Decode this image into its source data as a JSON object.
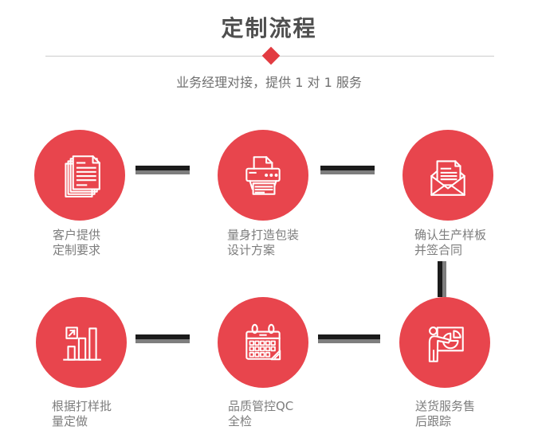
{
  "header": {
    "title": "定制流程",
    "subtitle": "业务经理对接，提供 1 对 1 服务"
  },
  "steps": [
    {
      "icon": "documents-icon",
      "lines": [
        "客户提供",
        "定制要求"
      ]
    },
    {
      "icon": "printer-icon",
      "lines": [
        "量身打造包装",
        "设计方案"
      ]
    },
    {
      "icon": "open-envelope-icon",
      "lines": [
        "确认生产样板",
        "并签合同"
      ]
    },
    {
      "icon": "bar-chart-icon",
      "lines": [
        "根据打样批",
        "量定做"
      ]
    },
    {
      "icon": "calendar-icon",
      "lines": [
        "品质管控QC",
        "全检"
      ]
    },
    {
      "icon": "presentation-icon",
      "lines": [
        "送货服务售",
        "后跟踪"
      ]
    }
  ],
  "colors": {
    "accent_red": "#e8454d",
    "diamond_red": "#e23b41",
    "title_gray": "#4f4f4f",
    "subtitle_gray": "#6f6f6f",
    "label_gray": "#7d7d7d",
    "connector_black": "#1b1b1b",
    "connector_gray": "#7e7e7e",
    "divider_gray": "#cccccc",
    "icon_stroke": "#ffffff",
    "background": "#ffffff"
  }
}
